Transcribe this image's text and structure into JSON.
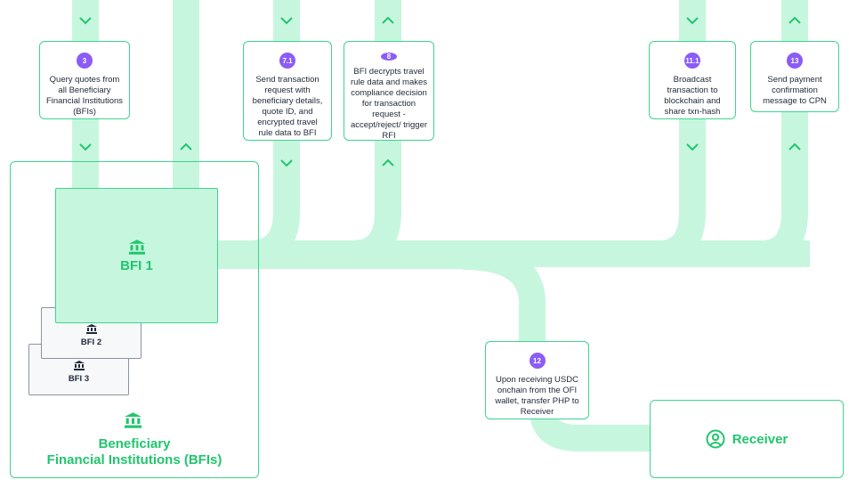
{
  "steps": [
    {
      "badge": "3",
      "text": "Query quotes from all Beneficiary Financial Institutions (BFIs)"
    },
    {
      "badge": "7.1",
      "text": "Send transaction request with beneficiary details, quote ID, and encrypted travel rule data to BFI"
    },
    {
      "badge": "8",
      "text": "BFI decrypts travel rule data and makes compliance decision for transaction request - accept/reject/ trigger RFI"
    },
    {
      "badge": "11.1",
      "text": "Broadcast transaction to blockchain and share txn-hash"
    },
    {
      "badge": "13",
      "text": "Send payment confirmation message to CPN"
    },
    {
      "badge": "12",
      "text": "Upon receiving USDC onchain from the OFI wallet, transfer PHP to Receiver"
    }
  ],
  "bfi_group": {
    "title_line1": "Beneficiary",
    "title_line2": "Financial Institutions (BFIs)"
  },
  "bfi1": {
    "label": "BFI 1"
  },
  "bfi2": {
    "label": "BFI 2"
  },
  "bfi3": {
    "label": "BFI 3"
  },
  "receiver": {
    "label": "Receiver"
  },
  "colors": {
    "flow": "#c7f6df",
    "accent": "#21c56e",
    "border": "#3dd68c",
    "badge": "#8b5cf6"
  },
  "icons": [
    "bank-icon",
    "user-circle-icon",
    "chevron-down-icon",
    "chevron-up-icon"
  ]
}
